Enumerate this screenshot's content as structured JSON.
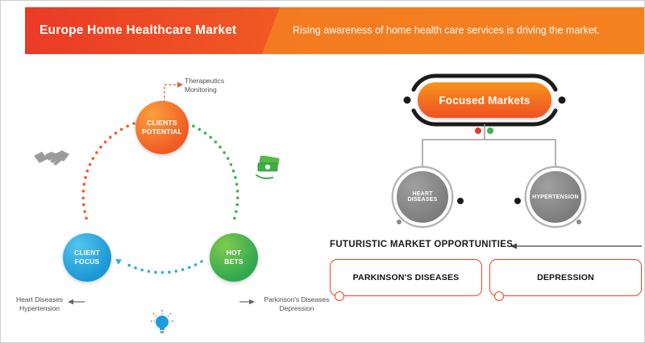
{
  "colors": {
    "banner_left": "#e93a26",
    "banner_right": "#f47b20",
    "accent_orange": "#f15a24",
    "accent_blue": "#29abe2",
    "accent_green": "#39b54a",
    "gray_node": "#8a8a8a",
    "box_border": "#ef4123"
  },
  "icons": {
    "left_cycle": [
      "handshake-icon",
      "money-bills-icon",
      "lightbulb-icon"
    ]
  },
  "header": {
    "title": "Europe Home Healthcare Market",
    "subtitle": "Rising awareness of home health care services is driving the market."
  },
  "cycle": {
    "clients_potential": "CLIENTS\nPOTENTIAL",
    "client_focus": "CLIENT\nFOCUS",
    "hot_bets": "HOT\nBETS",
    "therapeutics_note": "Therapeutics\nMonitoring",
    "client_focus_note": "Heart Diseases\nHypertension",
    "hot_bets_note": "Parkinson's Diseases\nDepression"
  },
  "focused_markets": {
    "title": "Focused Markets",
    "children": [
      {
        "label": "HEART DISEASES"
      },
      {
        "label": "HYPERTENSION"
      }
    ]
  },
  "opportunities": {
    "heading": "FUTURISTIC MARKET OPPORTUNITIES",
    "items": [
      {
        "label": "PARKINSON'S DISEASES"
      },
      {
        "label": "DEPRESSION"
      }
    ]
  }
}
